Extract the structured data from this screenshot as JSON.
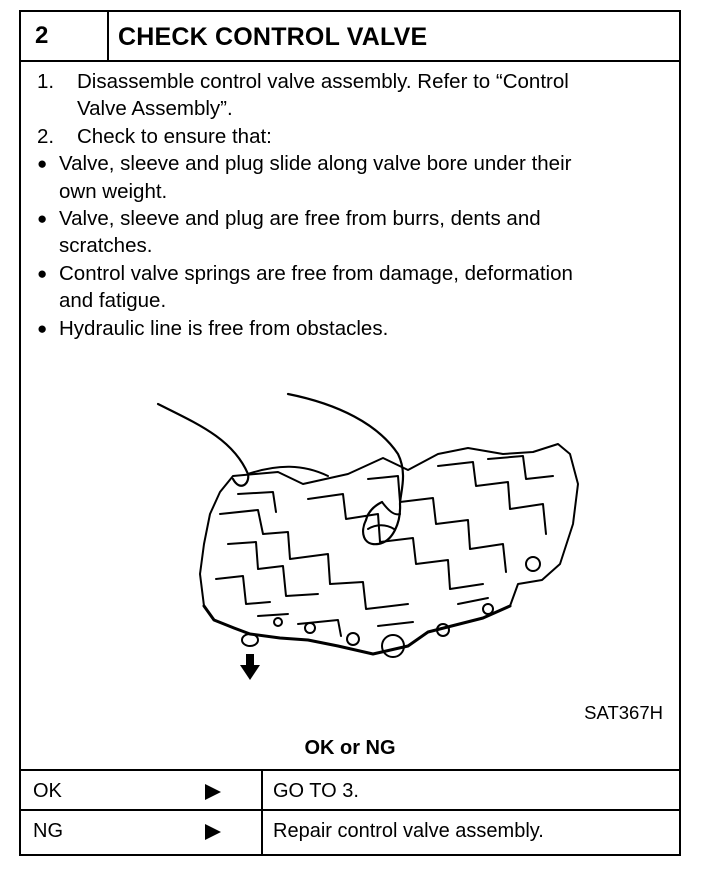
{
  "header": {
    "step_number": "2",
    "title": "CHECK CONTROL VALVE"
  },
  "instructions": [
    {
      "marker": "1.",
      "type": "numbered",
      "lines": [
        "Disassemble control valve assembly. Refer to “Control",
        "Valve Assembly”."
      ]
    },
    {
      "marker": "2.",
      "type": "numbered",
      "lines": [
        "Check to ensure that:"
      ]
    },
    {
      "marker": "●",
      "type": "bullet",
      "lines": [
        "Valve, sleeve and plug slide along valve bore under their",
        "own weight."
      ]
    },
    {
      "marker": "●",
      "type": "bullet",
      "lines": [
        "Valve, sleeve and plug are free from burrs, dents and",
        "scratches."
      ]
    },
    {
      "marker": "●",
      "type": "bullet",
      "lines": [
        "Control valve springs are free from damage, deformation",
        "and fatigue."
      ]
    },
    {
      "marker": "●",
      "type": "bullet",
      "lines": [
        "Hydraulic line is free from obstacles."
      ]
    }
  ],
  "figure": {
    "code": "SAT367H",
    "icon": "control-valve-illustration"
  },
  "prompt": "OK or NG",
  "results": [
    {
      "label": "OK",
      "arrow_icon": "right-arrow-icon",
      "action": "GO TO 3."
    },
    {
      "label": "NG",
      "arrow_icon": "right-arrow-icon",
      "action": "Repair control valve assembly."
    }
  ]
}
